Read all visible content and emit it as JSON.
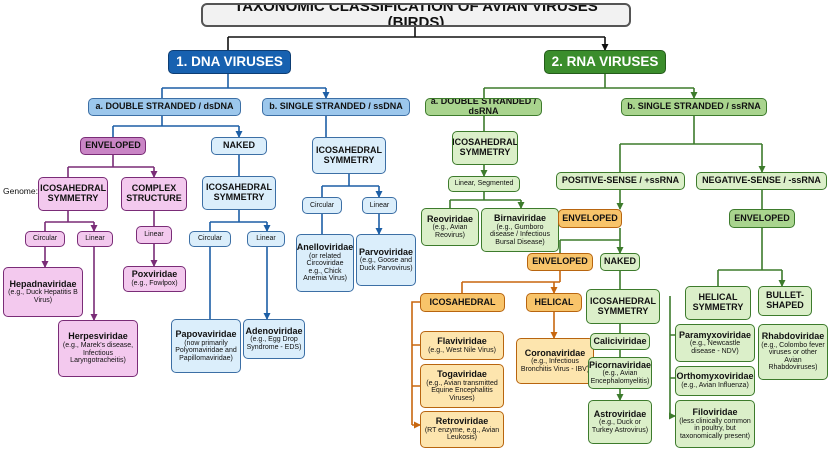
{
  "title": "TAXONOMIC CLASSIFICATION OF AVIAN VIRUSES (BIRDS)",
  "dna": {
    "heading": "1. DNA VIRUSES",
    "ds": "a. DOUBLE STRANDED / dsDNA",
    "ss": "b. SINGLE STRANDED / ssDNA",
    "enveloped": "ENVELOPED",
    "naked": "NAKED",
    "genome_label": "Genome:",
    "env_icosa": "ICOSAHEDRAL SYMMETRY",
    "env_complex": "COMPLEX STRUCTURE",
    "naked_icosa": "ICOSAHEDRAL SYMMETRY",
    "ss_icosa": "ICOSAHEDRAL SYMMETRY",
    "circular_label": "Circular",
    "linear_label": "Linear",
    "families": {
      "hepadna": {
        "name": "Hepadnaviridae",
        "note": "(e.g., Duck Hepatitis B Virus)"
      },
      "herpes": {
        "name": "Herpesviridae",
        "note": "(e.g., Marek's disease, Infectious Laryngotracheitis)"
      },
      "pox": {
        "name": "Poxviridae",
        "note": "(e.g., Fowlpox)"
      },
      "papova": {
        "name": "Papovaviridae",
        "note": "(now primarily Polyomaviridae and Papillomaviridae)"
      },
      "adeno": {
        "name": "Adenoviridae",
        "note": "(e.g., Egg Drop Syndrome - EDS)"
      },
      "anello": {
        "name": "Anelloviridae",
        "note": "(or related Circoviridae e.g., Chick Anemia Virus)"
      },
      "parvo": {
        "name": "Parvoviridae",
        "note": "(e.g., Goose and Duck Parvovirus)"
      }
    }
  },
  "rna": {
    "heading": "2. RNA VIRUSES",
    "ds": "a. DOUBLE STRANDED / dsRNA",
    "ss": "b. SINGLE STRANDED / ssRNA",
    "ds_icosa": "ICOSAHEDRAL SYMMETRY",
    "linear_segmented": "Linear, Segmented",
    "positive": "POSITIVE-SENSE / +ssRNA",
    "negative": "NEGATIVE-SENSE / -ssRNA",
    "pos_enveloped": "ENVELOPED",
    "pos_enveloped2": "ENVELOPED",
    "pos_naked": "NAKED",
    "icosahedral": "ICOSAHEDRAL",
    "helical": "HELICAL",
    "naked_icosa": "ICOSAHEDRAL SYMMETRY",
    "neg_enveloped": "ENVELOPED",
    "helical_symmetry": "HELICAL SYMMETRY",
    "bullet_shaped": "BULLET-SHAPED",
    "families": {
      "reo": {
        "name": "Reoviridae",
        "note": "(e.g., Avian Reovirus)"
      },
      "birna": {
        "name": "Birnaviridae",
        "note": "(e.g., Gumboro disease / Infectious Bursal Disease)"
      },
      "flavi": {
        "name": "Flaviviridae",
        "note": "(e.g., West Nile Virus)"
      },
      "toga": {
        "name": "Togaviridae",
        "note": "(e.g., Avian transmitted Equine Encephalitis Viruses)"
      },
      "retro": {
        "name": "Retroviridae",
        "note": "(RT enzyme, e.g., Avian Leukosis)"
      },
      "corona": {
        "name": "Coronaviridae",
        "note": "(e.g., Infectious Bronchitis Virus - IBV)"
      },
      "calici": {
        "name": "Caliciviridae",
        "note": ""
      },
      "picorna": {
        "name": "Picornaviridae",
        "note": "(e.g., Avian Encephalomyelitis)"
      },
      "astro": {
        "name": "Astroviridae",
        "note": "(e.g., Duck or Turkey Astrovirus)"
      },
      "paramyxo": {
        "name": "Paramyxoviridae",
        "note": "(e.g., Newcastle disease - NDV)"
      },
      "orthomyxo": {
        "name": "Orthomyxoviridae",
        "note": "(e.g., Avian Influenza)"
      },
      "filo": {
        "name": "Filoviridae",
        "note": "(less clinically common in poultry, but taxonomically present)"
      },
      "rhabdo": {
        "name": "Rhabdoviridae",
        "note": "(e.g., Colombo fever viruses or other Avian Rhabdoviruses)"
      }
    }
  },
  "colors": {
    "dna_line": "#1d5fa6",
    "envelope_line": "#7a2c77",
    "rna_line": "#3d7b2c",
    "orange_line": "#c8670f",
    "title_line": "#111111"
  }
}
